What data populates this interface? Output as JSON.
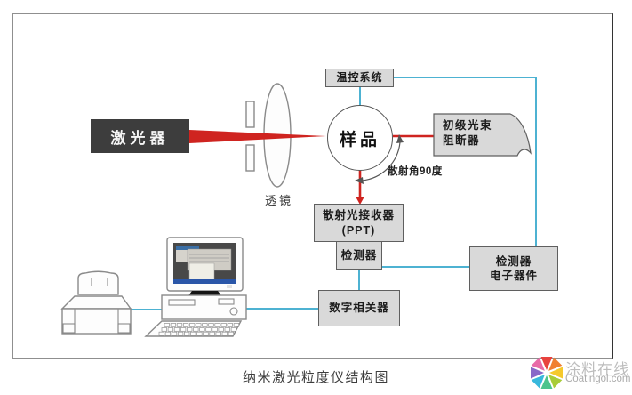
{
  "diagram": {
    "caption": "纳米激光粒度仪结构图",
    "nodes": {
      "laser": "激光器",
      "lens_label": "透镜",
      "sample": "样品",
      "temp_control": "温控系统",
      "beam_stopper": {
        "line1": "初级光束",
        "line2": "阻断器"
      },
      "scatter_angle_label": "散射角90度",
      "receiver": {
        "line1": "散射光接收器",
        "line2": "(PPT)"
      },
      "detector": "检测器",
      "detector_electronics": {
        "line1": "检测器",
        "line2": "电子器件"
      },
      "correlator": "数字相关器"
    },
    "colors": {
      "beam_red": "#cf2420",
      "signal_blue": "#4db2d2",
      "box_fill": "#d9d9d9",
      "box_border": "#5f5f5f",
      "laser_fill": "#3d3d3d"
    }
  },
  "watermark": {
    "brand_cn": "涂料在线",
    "brand_en": "Coatingol.com",
    "logo_icon": "pinwheel-flower-icon",
    "logo_colors": [
      "#e8433e",
      "#f08030",
      "#f5c92c",
      "#a8cc38",
      "#4cc48c",
      "#38b8dc",
      "#8868c8",
      "#e86aa8"
    ]
  }
}
